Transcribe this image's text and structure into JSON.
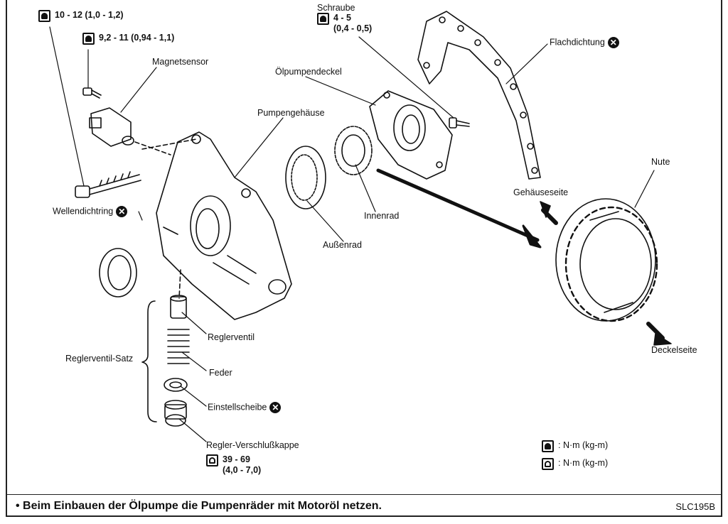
{
  "torque": {
    "t1": "10 - 12 (1,0 - 1,2)",
    "t2": "9,2 - 11 (0,94 - 1,1)",
    "t3_top": "4 - 5",
    "t3_bot": "(0,4 - 0,5)",
    "t4_top": "39 - 69",
    "t4_bot": "(4,0 - 7,0)"
  },
  "labels": {
    "schraube": "Schraube",
    "magnetsensor": "Magnetsensor",
    "oelpumpendeckel": "Ölpumpendeckel",
    "flachdichtung": "Flachdichtung",
    "pumpengehaeuse": "Pumpengehäuse",
    "nute": "Nute",
    "gehaeuseseite": "Gehäuseseite",
    "wellendichtring": "Wellendichtring",
    "innenrad": "Innenrad",
    "aussenrad": "Außenrad",
    "reglerventil": "Reglerventil",
    "reglerventil_satz": "Reglerventil-Satz",
    "feder": "Feder",
    "deckelseite": "Deckelseite",
    "einstellscheibe": "Einstellscheibe",
    "verschlusskappe": "Regler-Verschlußkappe"
  },
  "legend": {
    "unit1": ": N·m (kg-m)",
    "unit2": ": N·m (kg-m)"
  },
  "xmark": "✕",
  "footer": {
    "note": "• Beim Einbauen der Ölpumpe die Pumpenräder mit Motoröl netzen.",
    "code": "SLC195B"
  }
}
